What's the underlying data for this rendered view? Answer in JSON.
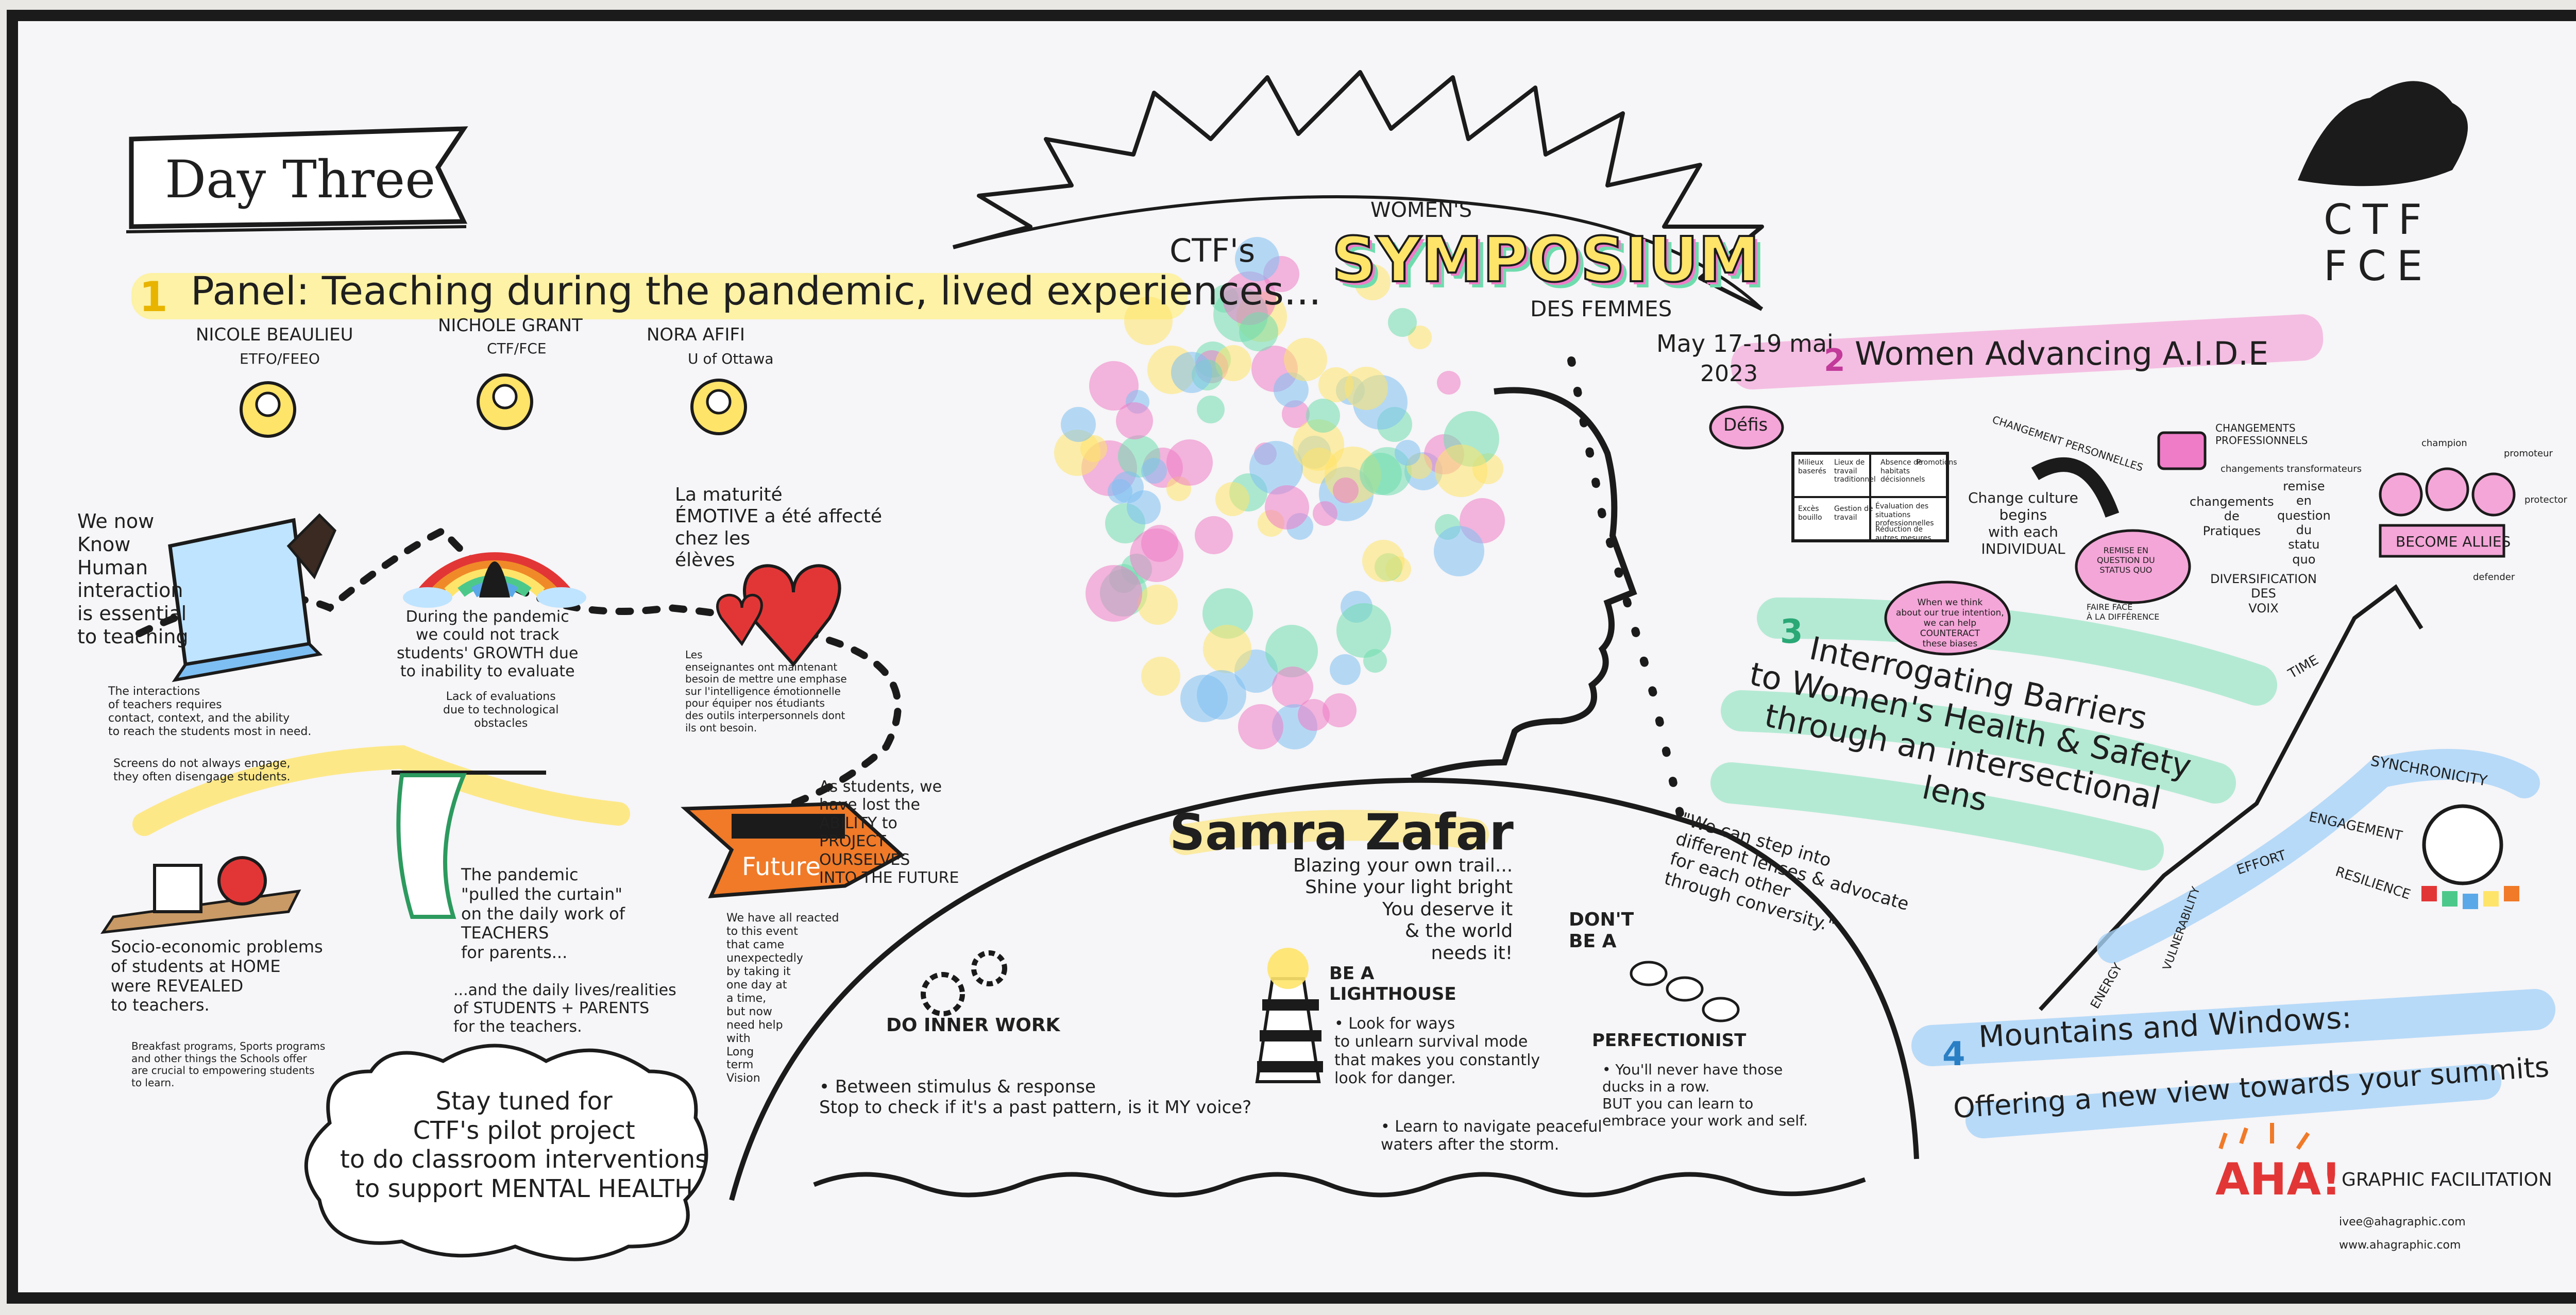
{
  "board": {
    "day_label": "Day Three",
    "logo_text_line1": "CTF",
    "logo_text_line2": "FCE",
    "symposium_prefix": "CTF's",
    "symposium_small": "WOMEN'S",
    "symposium_title": "SYMPOSIUM",
    "symposium_sub": "DES FEMMES",
    "dates_line1": "May 17-19 mai",
    "dates_line2": "2023"
  },
  "panel": {
    "number": "1",
    "title": "Panel: Teaching during the pandemic, lived experiences...",
    "speakers": [
      {
        "name": "NICOLE BEAULIEU",
        "org": "ETFO/FEEO"
      },
      {
        "name": "NICHOLE GRANT",
        "org": "CTF/FCE"
      },
      {
        "name": "NORA AFIFI",
        "org": "U of Ottawa"
      }
    ],
    "we_now_know": "We now\nKnow\nHuman\ninteraction\nis essential\nto teaching",
    "interactions_note": "The interactions\nof teachers requires\ncontact, context, and the ability\nto reach the students most in need.",
    "screens_note": "Screens do not always engage,\nthey often disengage students.",
    "pandemic_growth": "During the pandemic\nwe could not track\nstudents' GROWTH due\nto inability to evaluate",
    "lack_eval": "Lack of evaluations\ndue to technological\nobstacles",
    "maturite": "La maturité\nÉMOTIVE a été affecté\nchez les\nélèves",
    "enseignantes": "Les\nenseignantes ont maintenant\nbesoin de mettre une emphase\nsur l'intelligence émotionnelle\npour équiper nos étudiants\ndes outils interpersonnels dont\nils ont besoin.",
    "socio": "Socio-economic problems\nof students at HOME\nwere REVEALED\nto teachers.",
    "breakfast": "Breakfast programs, Sports programs\nand other things the Schools offer\nare crucial to empowering students\nto learn.",
    "curtain": "The pandemic\n\"pulled the curtain\"\non the daily work of\nTEACHERS\nfor parents...",
    "daily_lives": "...and the daily lives/realities\nof STUDENTS + PARENTS\nfor the teachers.",
    "lost_ability": "As students, we\nhave lost the\nABILITY to\nPROJECT\nOURSELVES\nINTO THE FUTURE",
    "future_label": "Future",
    "reacted": "We have all reacted\nto this event\nthat came\nunexpectedly\nby taking it\none day at\na time,\nbut now\nneed help\nwith\nLong\nterm\nVision",
    "stay_tuned": "Stay tuned for\nCTF's pilot project\nto do classroom interventions\nto support MENTAL HEALTH"
  },
  "samra": {
    "name": "Samra Zafar",
    "blazing": "Blazing your own trail...\nShine your light bright\nYou deserve it\n& the world\nneeds it!",
    "lighthouse": "BE A\nLIGHTHOUSE",
    "look_ways": "• Look for ways\nto unlearn survival mode\nthat makes you constantly\nlook for danger.",
    "navigate": "• Learn to navigate peaceful\nwaters after the storm.",
    "dont_be": "DON'T\nBE A",
    "perfectionist": "PERFECTIONIST",
    "ducks": "• You'll never have those\nducks in a row.\nBUT you can learn to\nembrace your work and self.",
    "inner_work": "DO INNER WORK",
    "stimulus": "• Between stimulus & response\nStop to check if it's a past pattern, is it MY voice?"
  },
  "aide": {
    "number": "2",
    "title": "Women Advancing A.I.D.E",
    "defis": "Défis",
    "chart_cells": [
      "Milieux\nbaserés",
      "Lieux de\ntravail\ntraditionnel",
      "Absence de\nhabitats\ndécisionnels",
      "Promotions",
      "Excès\nbouillo",
      "Gestion de\ntravail",
      "Évaluation des\nsituations\nprofessionnelles",
      "Réduction de\nautres mesures"
    ],
    "changement_perso": "CHANGEMENT PERSONNELLES",
    "culture": "Change culture\nbegins\nwith each\nINDIVIDUAL",
    "changements_pro": "CHANGEMENTS\nPROFESSIONNELS",
    "transformateurs": "changements transformateurs",
    "pratiques": "changements\nde\nPratiques",
    "remise": "remise\nen\nquestion\ndu\nstatu\nquo",
    "remise_bubble": "REMISE EN\nQUESTION DU\nSTATUS QUO",
    "diversification": "DIVERSIFICATION\nDES\nVOIX",
    "faire_face": "FAIRE FACE\nÀ LA DIFFÉRENCE",
    "when_think": "When we think\nabout our true intention,\nwe can help\nCOUNTERACT\nthese biases",
    "champion": "champion",
    "promoteur": "promoteur",
    "protector": "protector",
    "defender": "defender",
    "allies": "BECOME ALLIES"
  },
  "barriers": {
    "number": "3",
    "title": "Interrogating Barriers\nto Women's Health & Safety\nthrough an intersectional\nlens",
    "quote": "\"We can step into\ndifferent lenses & advocate\nfor each other\nthrough conversity.\""
  },
  "mountains": {
    "number": "4",
    "title": "Mountains and Windows:",
    "subtitle": "Offering a new view towards your summits",
    "time": "TIME",
    "synchronicity": "SYNCHRONICITY",
    "engagement": "ENGAGEMENT",
    "effort": "EFFORT",
    "resilience": "RESILIENCE",
    "vulnerability": "VULNERABILITY",
    "energy": "ENERGY"
  },
  "footer": {
    "aha": "AHA!",
    "facilitation": "GRAPHIC FACILITATION",
    "email": "ivee@ahagraphic.com",
    "web": "www.ahagraphic.com"
  },
  "colors": {
    "yellow": "#ffe46a",
    "pink": "#ef7cc7",
    "green": "#6fdcae",
    "blue": "#7ebff3",
    "red": "#e23636",
    "orange": "#f07a28",
    "ink": "#1f1f1f"
  }
}
